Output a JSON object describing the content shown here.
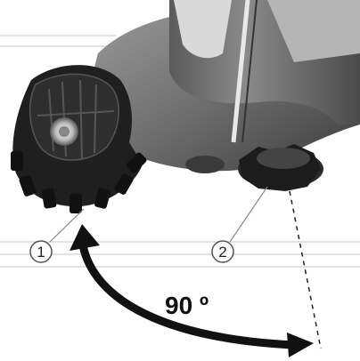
{
  "figure": {
    "callouts": [
      {
        "number": "1"
      },
      {
        "number": "2"
      }
    ],
    "angle_label": "90 º"
  }
}
